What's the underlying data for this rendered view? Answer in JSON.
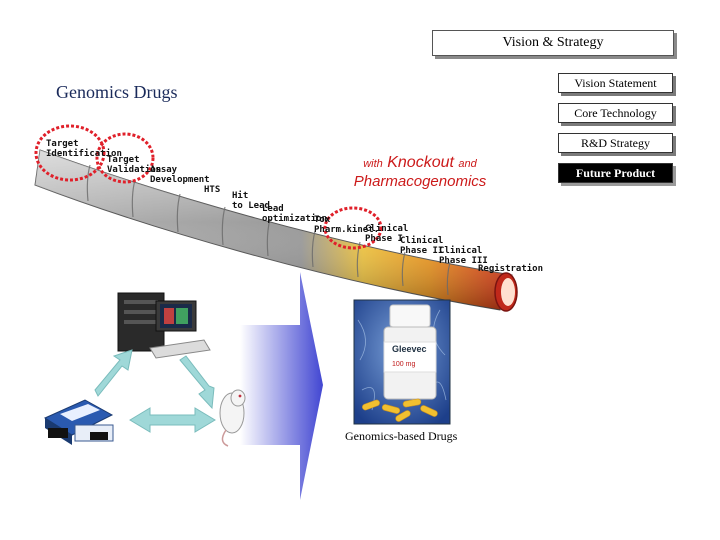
{
  "header": {
    "title": "Vision & Strategy"
  },
  "page_title": "Genomics Drugs",
  "nav": [
    {
      "label": "Vision Statement",
      "active": false
    },
    {
      "label": "Core Technology",
      "active": false
    },
    {
      "label": "R&D Strategy",
      "active": false
    },
    {
      "label": "Future Product",
      "active": true
    }
  ],
  "subtitle": {
    "w1": "with",
    "w2": "Knockout",
    "w3": "and",
    "line2": "Pharmacogenomics"
  },
  "stages": [
    "Target\nIdentification",
    "Target\nValidation",
    "Assay\nDevelopment",
    "HTS",
    "Hit\nto Lead",
    "Lead\noptimization",
    "Tox\nPharm.kinet.",
    "Clinical\nPhase I",
    "Clinical\nPhase II",
    "Clinical\nPhase III",
    "Registration"
  ],
  "product": {
    "bottle_label": "Gleevec",
    "bottle_dose": "100 mg"
  },
  "caption": "Genomics-based Drugs",
  "colors": {
    "pipe_start": "#a8a8a8",
    "pipe_end": "#e23a1a",
    "highlight_ring": "#e0202a",
    "arrow": "#4a4fd8"
  }
}
